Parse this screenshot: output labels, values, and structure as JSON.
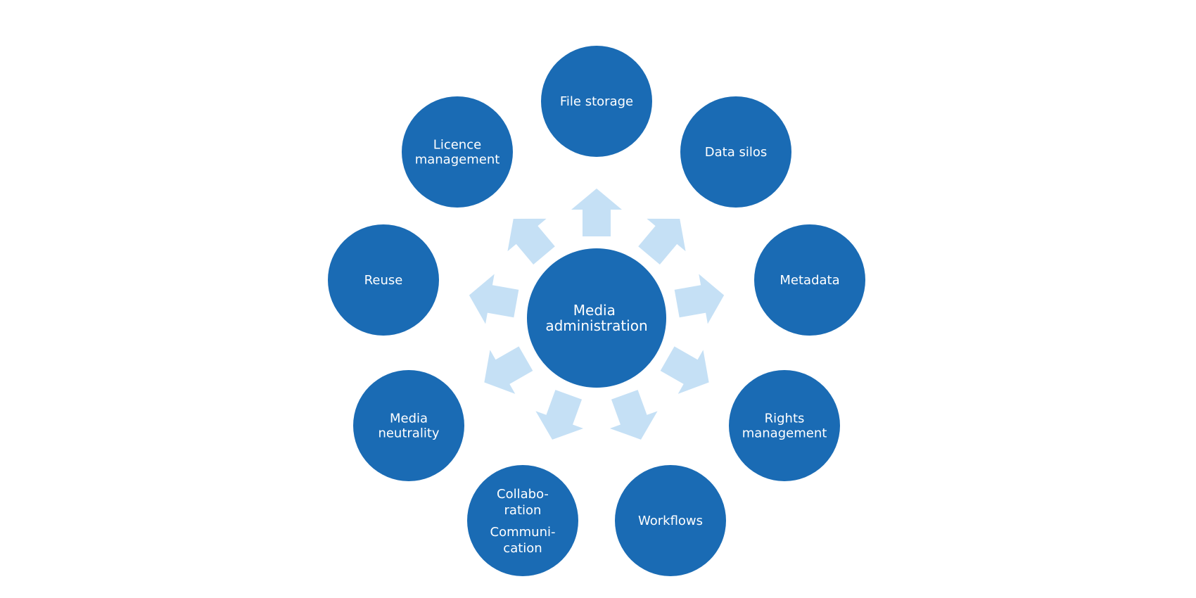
{
  "colors": {
    "node_fill": "#1a6bb4",
    "arrow_fill": "#c5e0f5",
    "label_color": "#ffffff",
    "background": "#ffffff"
  },
  "center": {
    "lines": [
      "Media",
      "administration"
    ]
  },
  "nodes": [
    {
      "id": "file-storage",
      "lines": [
        "File storage"
      ]
    },
    {
      "id": "data-silos",
      "lines": [
        "Data silos"
      ]
    },
    {
      "id": "metadata",
      "lines": [
        "Metadata"
      ]
    },
    {
      "id": "rights-management",
      "lines": [
        "Rights",
        "management"
      ]
    },
    {
      "id": "workflows",
      "lines": [
        "Workflows"
      ]
    },
    {
      "id": "collaboration-communication",
      "lines": [
        "Collabo-",
        "ration",
        "Communi-",
        "cation"
      ]
    },
    {
      "id": "media-neutrality",
      "lines": [
        "Media",
        "neutrality"
      ]
    },
    {
      "id": "reuse",
      "lines": [
        "Reuse"
      ]
    },
    {
      "id": "licence-management",
      "lines": [
        "Licence",
        "management"
      ]
    }
  ]
}
